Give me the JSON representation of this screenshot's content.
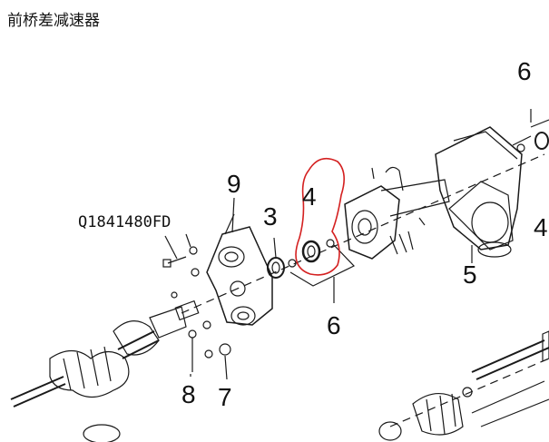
{
  "title": "前桥差减速器",
  "part_number": "Q1841480FD",
  "callouts": {
    "top_right_6": "6",
    "right_4": "4",
    "five": "5",
    "nine": "9",
    "three": "3",
    "four_circled": "4",
    "six_bottom": "6",
    "eight": "8",
    "seven": "7"
  },
  "colors": {
    "line": "#1a1a1a",
    "annotation": "#d42020",
    "background": "#ffffff"
  }
}
